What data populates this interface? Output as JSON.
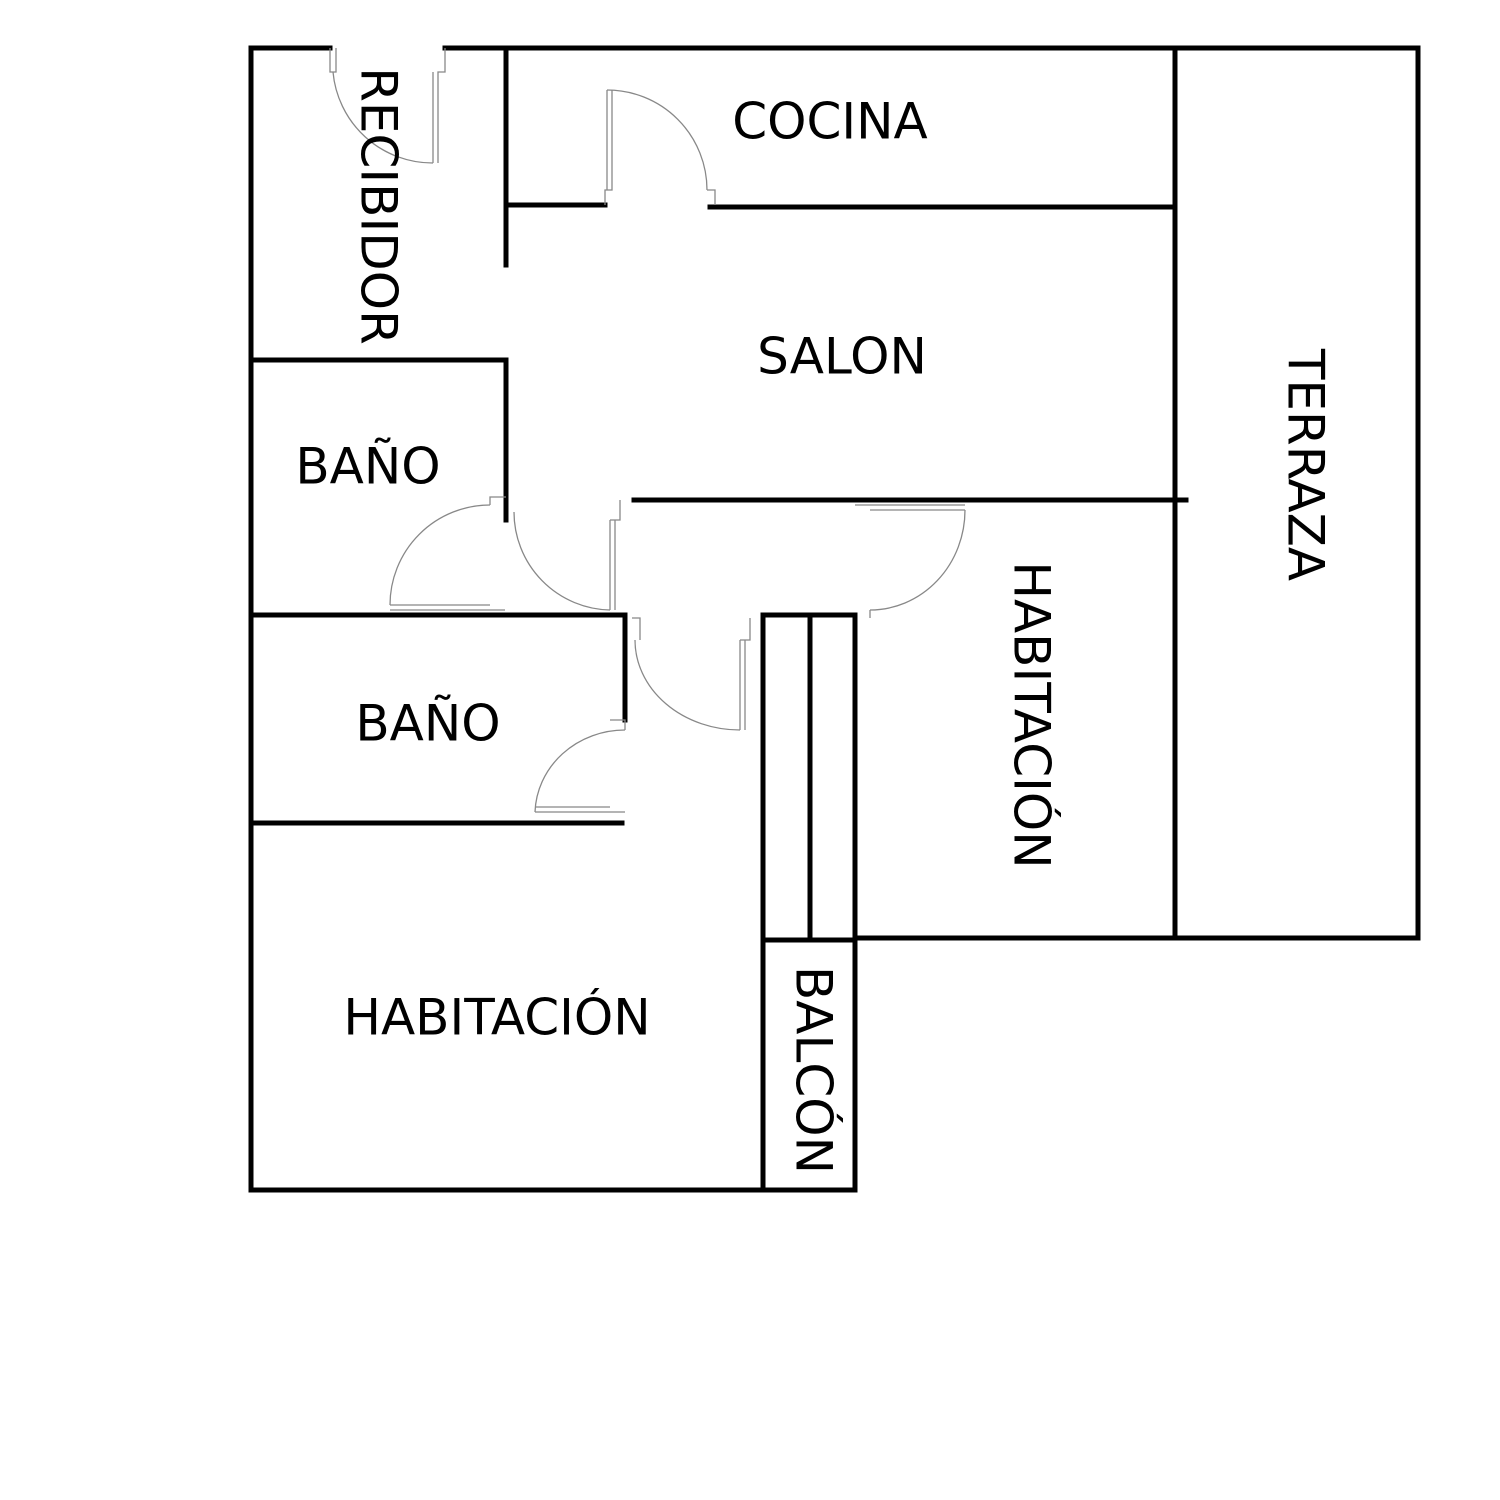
{
  "colors": {
    "wall": "#000000",
    "door": "#888888",
    "background": "#ffffff"
  },
  "rooms": {
    "recibidor": "RECIBIDOR",
    "cocina": "COCINA",
    "salon": "SALON",
    "terraza": "TERRAZA",
    "bano_1": "BAÑO",
    "bano_2": "BAÑO",
    "habitacion_1": "HABITACIÓN",
    "habitacion_2": "HABITACIÓN",
    "balcon": "BALCÓN"
  }
}
